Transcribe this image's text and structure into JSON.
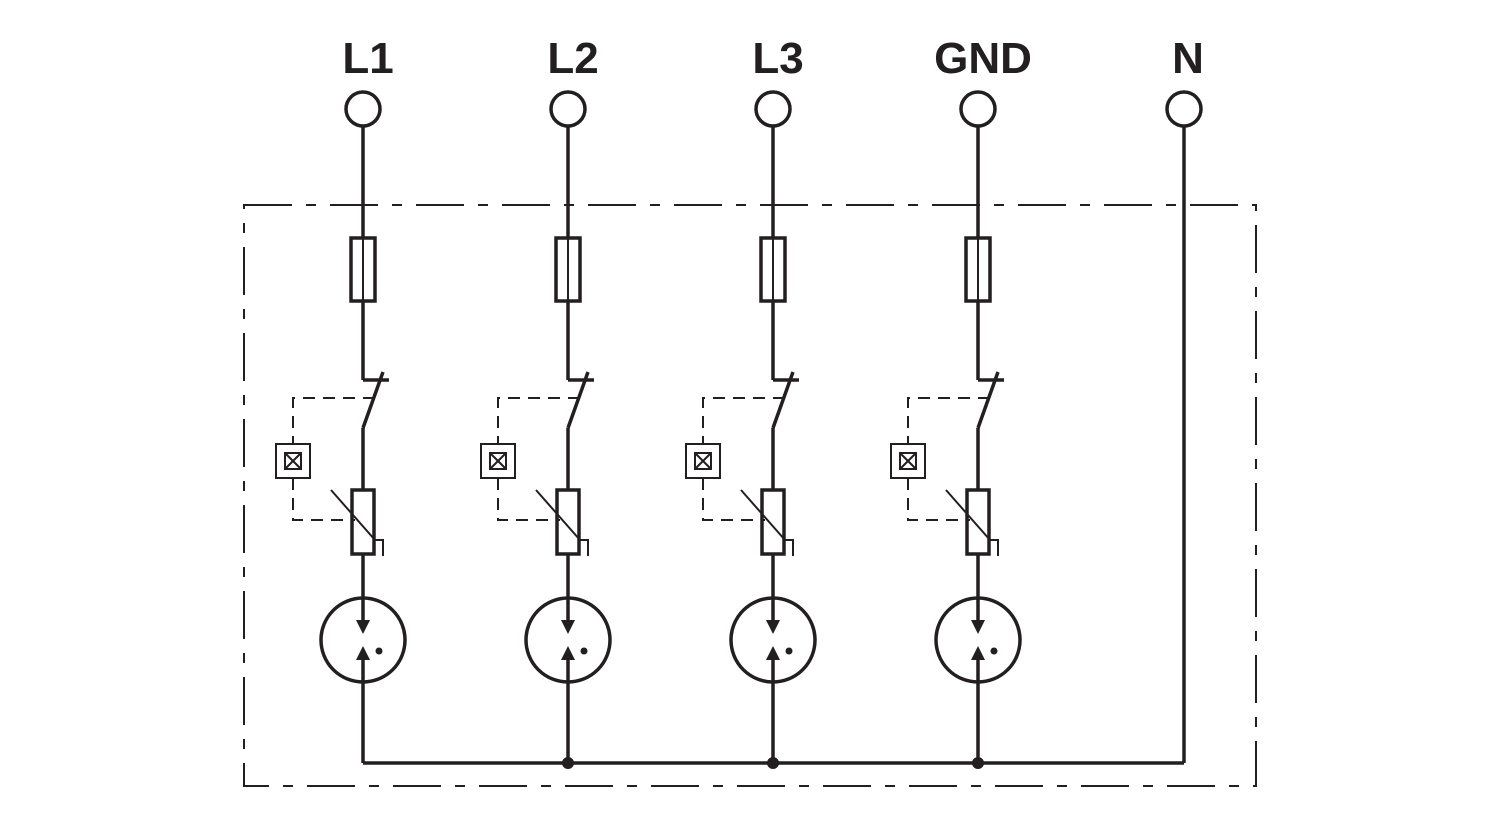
{
  "terminals": [
    {
      "label": "L1"
    },
    {
      "label": "L2"
    },
    {
      "label": "L3"
    },
    {
      "label": "GND"
    },
    {
      "label": "N"
    }
  ],
  "colors": {
    "line": "#231f20",
    "background": "#ffffff"
  }
}
